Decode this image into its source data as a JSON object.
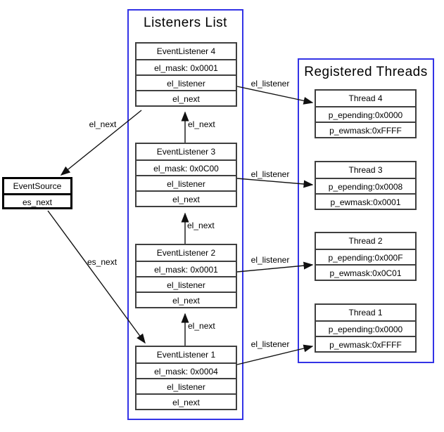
{
  "listeners_list": {
    "title": "Listeners List",
    "items": [
      {
        "title": "EventListener 4",
        "rows": [
          "el_mask: 0x0001",
          "el_listener",
          "el_next"
        ]
      },
      {
        "title": "EventListener 3",
        "rows": [
          "el_mask: 0x0C00",
          "el_listener",
          "el_next"
        ]
      },
      {
        "title": "EventListener 2",
        "rows": [
          "el_mask: 0x0001",
          "el_listener",
          "el_next"
        ]
      },
      {
        "title": "EventListener 1",
        "rows": [
          "el_mask: 0x0004",
          "el_listener",
          "el_next"
        ]
      }
    ]
  },
  "registered_threads": {
    "title": "Registered Threads",
    "items": [
      {
        "title": "Thread 4",
        "rows": [
          "p_epending:0x0000",
          "p_ewmask:0xFFFF"
        ]
      },
      {
        "title": "Thread 3",
        "rows": [
          "p_epending:0x0008",
          "p_ewmask:0x0001"
        ]
      },
      {
        "title": "Thread 2",
        "rows": [
          "p_epending:0x000F",
          "p_ewmask:0x0C01"
        ]
      },
      {
        "title": "Thread 1",
        "rows": [
          "p_epending:0x0000",
          "p_ewmask:0xFFFF"
        ]
      }
    ]
  },
  "event_source": {
    "title": "EventSource",
    "rows": [
      "es_next"
    ]
  },
  "edge_labels": {
    "el_next": "el_next",
    "es_next": "es_next",
    "el_listener": "el_listener"
  },
  "colors": {
    "container_border": "#3333e6",
    "box_border": "#3f3f3f",
    "source_border": "#000000",
    "arrow": "#111111",
    "background": "#ffffff"
  }
}
